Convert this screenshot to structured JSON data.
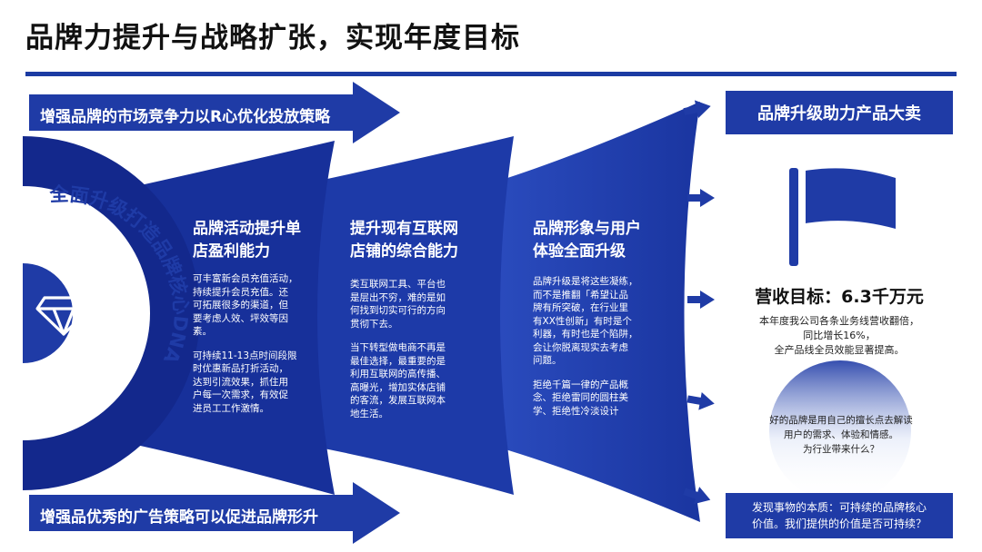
{
  "title": "品牌力提升与战略扩张，实现年度目标",
  "banners": {
    "top": "增强品牌的市场竞争力以R心优化投放策略",
    "bottom": "增强品优秀的广告策略可以促进品牌形升"
  },
  "core_label": "全面升级打造品牌核心DNA",
  "columns": [
    {
      "title": [
        "品牌活动提升单",
        "店盈利能力"
      ],
      "paragraphs": [
        [
          "可丰富新会员充值活动，",
          "持续提升会员充值。还",
          "可拓展很多的渠道，但",
          "要考虑人效、坪效等因",
          "素。"
        ],
        [
          "可持续11-13点时间段限",
          "时优惠新品打折活动，",
          "达到引流效果，抓住用",
          "户每一次需求，有效促",
          "进员工工作激情。"
        ]
      ]
    },
    {
      "title": [
        "提升现有互联网",
        "店铺的综合能力"
      ],
      "paragraphs": [
        [
          "类互联网工具、平台也",
          "是层出不穷，难的是如",
          "何找到切实可行的方向",
          "贯彻下去。"
        ],
        [
          "当下转型做电商不再是",
          "最佳选择，最重要的是",
          "利用互联网的高传播、",
          "高曝光，增加实体店铺",
          "的客流，发展互联网本",
          "地生活。"
        ]
      ]
    },
    {
      "title": [
        "品牌形象与用户",
        "体验全面升级"
      ],
      "paragraphs": [
        [
          "品牌升级是将这些凝练，",
          "而不是推翻「希望让品",
          "牌有所突破，在行业里",
          "有XX性创新」有时是个",
          "利器，有时也是个陷阱，",
          "会让你脱离现实去考虑",
          "问题。"
        ],
        [
          "拒绝千篇一律的产品概",
          "念、拒绝雷同的圆柱美",
          "学、拒绝性冷淡设计"
        ]
      ]
    }
  ],
  "right": {
    "box_title": "品牌升级助力产品大卖",
    "revenue_title": "营收目标：6.3千万元",
    "revenue_text": [
      "本年度我公司各条业务线营收翻倍，",
      "同比增长16%，",
      "全产品线全员效能显著提高。"
    ],
    "circle_text": [
      "好的品牌是用自己的擅长点去解读",
      "用户的需求、体验和情感。",
      "为行业带来什么？"
    ],
    "bottom_box": [
      "发现事物的本质：可持续的品牌核心",
      "价值。我们提供的价值是否可持续？"
    ]
  },
  "icons": [
    "diamond-icon",
    "flag-icon",
    "arrow-right-icon"
  ],
  "colors": {
    "primary": "#1f3ba6",
    "dark": "#13288c",
    "rule": "#1b3ba3"
  }
}
